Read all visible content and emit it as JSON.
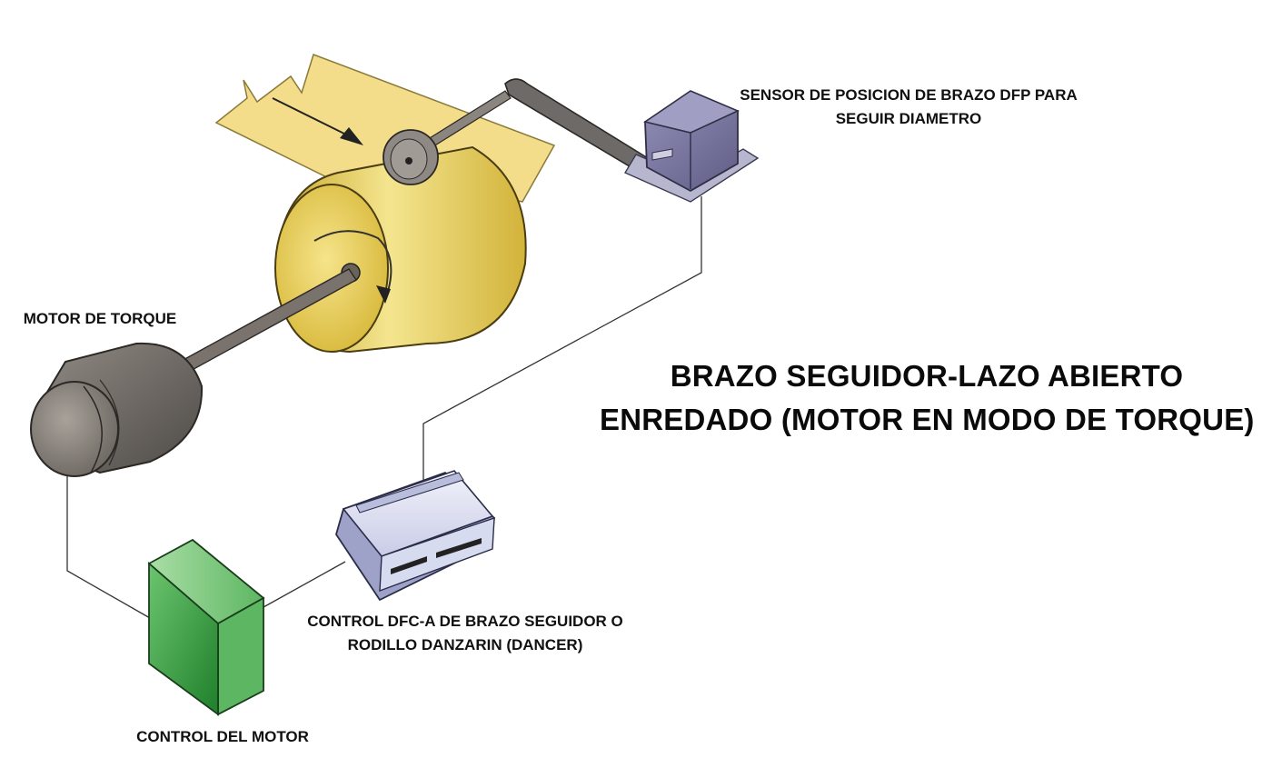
{
  "title": {
    "line1": "BRAZO SEGUIDOR-LAZO ABIERTO",
    "line2": "ENREDADO (MOTOR EN MODO DE TORQUE)"
  },
  "labels": {
    "sensor_line1": "SENSOR DE POSICION DE BRAZO DFP PARA",
    "sensor_line2": "SEGUIR DIAMETRO",
    "motor_torque": "MOTOR DE TORQUE",
    "control_dfc_line1": "CONTROL DFC-A DE BRAZO SEGUIDOR O",
    "control_dfc_line2": "RODILLO DANZARIN (DANCER)",
    "control_motor": "CONTROL DEL MOTOR"
  },
  "icons": {
    "web": "paper-web-icon",
    "roll": "winding-roll-icon",
    "arm": "dancer-arm-icon",
    "sensor": "position-sensor-icon",
    "motor": "torque-motor-icon",
    "dfc_controller": "dfc-controller-icon",
    "motor_controller": "motor-controller-icon"
  },
  "colors": {
    "paper": "#f3dc8a",
    "roll": "#e3c548",
    "motor": "#6f6a65",
    "sensor": "#8c8ab0",
    "controller_green": "#3f9e46",
    "controller_grey": "#c4c8e2"
  }
}
